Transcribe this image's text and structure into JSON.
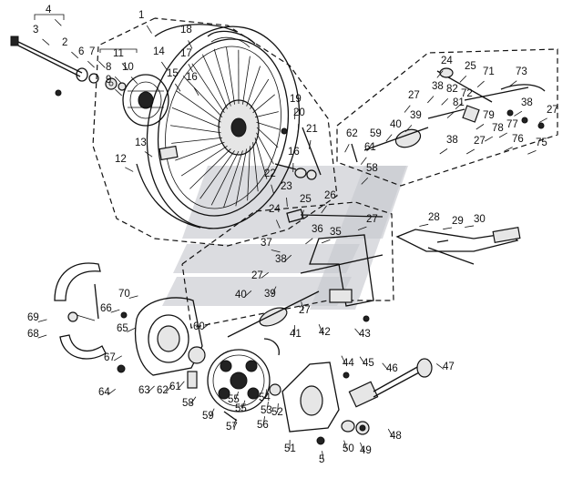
{
  "callouts": [
    {
      "id": "c1",
      "text": "1"
    },
    {
      "id": "c2",
      "text": "2"
    },
    {
      "id": "c3",
      "text": "3"
    },
    {
      "id": "c4",
      "text": "4"
    },
    {
      "id": "c6",
      "text": "6"
    },
    {
      "id": "c7",
      "text": "7"
    },
    {
      "id": "c11",
      "text": "11"
    },
    {
      "id": "c8",
      "text": "8"
    },
    {
      "id": "c10",
      "text": "10"
    },
    {
      "id": "c9",
      "text": "9"
    },
    {
      "id": "c14",
      "text": "14"
    },
    {
      "id": "c17",
      "text": "17"
    },
    {
      "id": "c18",
      "text": "18"
    },
    {
      "id": "c15",
      "text": "15"
    },
    {
      "id": "c16a",
      "text": "16"
    },
    {
      "id": "c19",
      "text": "19"
    },
    {
      "id": "c20",
      "text": "20"
    },
    {
      "id": "c21",
      "text": "21"
    },
    {
      "id": "c13",
      "text": "13"
    },
    {
      "id": "c12",
      "text": "12"
    },
    {
      "id": "c16b",
      "text": "16"
    },
    {
      "id": "c22",
      "text": "22"
    },
    {
      "id": "c23a",
      "text": "23"
    },
    {
      "id": "c24a",
      "text": "24"
    },
    {
      "id": "c25a",
      "text": "25"
    },
    {
      "id": "c71",
      "text": "71"
    },
    {
      "id": "c73",
      "text": "73"
    },
    {
      "id": "c27a",
      "text": "27"
    },
    {
      "id": "c38a",
      "text": "38"
    },
    {
      "id": "c82",
      "text": "82"
    },
    {
      "id": "c72",
      "text": "72"
    },
    {
      "id": "c81",
      "text": "81"
    },
    {
      "id": "c79",
      "text": "79"
    },
    {
      "id": "c38b",
      "text": "38"
    },
    {
      "id": "c27b",
      "text": "27"
    },
    {
      "id": "c39a",
      "text": "39"
    },
    {
      "id": "c40a",
      "text": "40"
    },
    {
      "id": "c62a",
      "text": "62"
    },
    {
      "id": "c59",
      "text": "59"
    },
    {
      "id": "c61a",
      "text": "61"
    },
    {
      "id": "c58a",
      "text": "58"
    },
    {
      "id": "c38c",
      "text": "38"
    },
    {
      "id": "c27c",
      "text": "27"
    },
    {
      "id": "c78",
      "text": "78"
    },
    {
      "id": "c77",
      "text": "77"
    },
    {
      "id": "c76",
      "text": "76"
    },
    {
      "id": "c75",
      "text": "75"
    },
    {
      "id": "c24b",
      "text": "24"
    },
    {
      "id": "c25b",
      "text": "25"
    },
    {
      "id": "c26",
      "text": "26"
    },
    {
      "id": "c36",
      "text": "36"
    },
    {
      "id": "c35",
      "text": "35"
    },
    {
      "id": "c37",
      "text": "37"
    },
    {
      "id": "c27d",
      "text": "27"
    },
    {
      "id": "c28",
      "text": "28"
    },
    {
      "id": "c29",
      "text": "29"
    },
    {
      "id": "c30",
      "text": "30"
    },
    {
      "id": "c38d",
      "text": "38"
    },
    {
      "id": "c27e",
      "text": "27"
    },
    {
      "id": "c39b",
      "text": "39"
    },
    {
      "id": "c40b",
      "text": "40"
    },
    {
      "id": "c27f",
      "text": "27"
    },
    {
      "id": "c42",
      "text": "42"
    },
    {
      "id": "c43",
      "text": "43"
    },
    {
      "id": "c41",
      "text": "41"
    },
    {
      "id": "c70",
      "text": "70"
    },
    {
      "id": "c69",
      "text": "69"
    },
    {
      "id": "c66",
      "text": "66"
    },
    {
      "id": "c68",
      "text": "68"
    },
    {
      "id": "c65",
      "text": "65"
    },
    {
      "id": "c67",
      "text": "67"
    },
    {
      "id": "c60",
      "text": "60"
    },
    {
      "id": "c64",
      "text": "64"
    },
    {
      "id": "c63",
      "text": "63"
    },
    {
      "id": "c62b",
      "text": "62"
    },
    {
      "id": "c61b",
      "text": "61"
    },
    {
      "id": "c58b",
      "text": "58"
    },
    {
      "id": "c59b",
      "text": "59"
    },
    {
      "id": "c44",
      "text": "44"
    },
    {
      "id": "c45",
      "text": "45"
    },
    {
      "id": "c46",
      "text": "46"
    },
    {
      "id": "c47",
      "text": "47"
    },
    {
      "id": "c55a",
      "text": "55"
    },
    {
      "id": "c54",
      "text": "54"
    },
    {
      "id": "c55b",
      "text": "55"
    },
    {
      "id": "c53",
      "text": "53"
    },
    {
      "id": "c52",
      "text": "52"
    },
    {
      "id": "c57",
      "text": "57"
    },
    {
      "id": "c56",
      "text": "56"
    },
    {
      "id": "c51",
      "text": "51"
    },
    {
      "id": "c50",
      "text": "50"
    },
    {
      "id": "c49",
      "text": "49"
    },
    {
      "id": "c48",
      "text": "48"
    },
    {
      "id": "c5",
      "text": "5"
    }
  ]
}
